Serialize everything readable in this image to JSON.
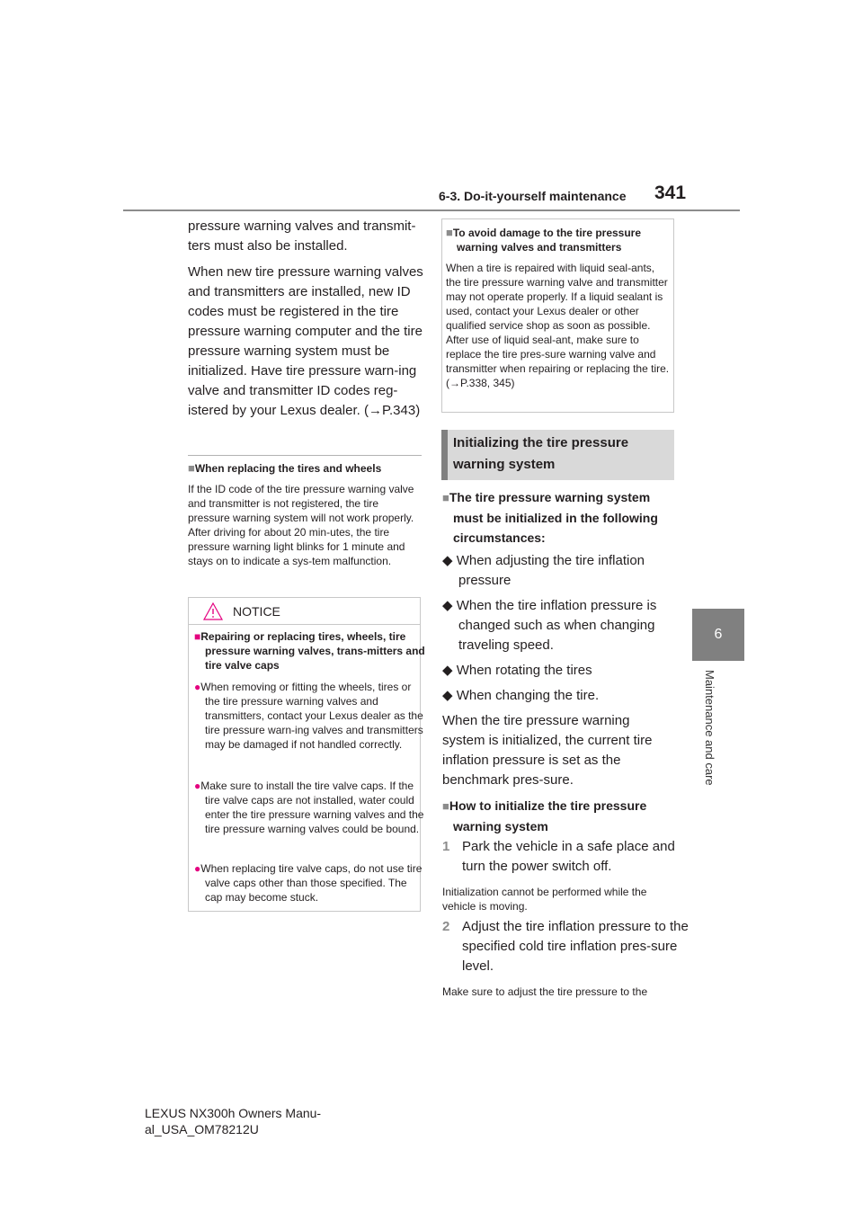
{
  "header": {
    "section": "6-3. Do-it-yourself maintenance",
    "page_number": "341"
  },
  "side_tab": {
    "number": "6",
    "label": "Maintenance and care"
  },
  "left": {
    "para1": "pressure warning valves and transmit-ters must also be installed.",
    "para2": "When new tire pressure warning valves and transmitters are installed, new ID codes must be registered in the tire pressure warning computer and the tire pressure warning system must be initialized. Have tire pressure warn-ing valve and transmitter ID codes reg-istered by your Lexus dealer. (→P.343)",
    "info_heading": "When replacing the tires and wheels",
    "info_body": "If the ID code of the tire pressure warning valve and transmitter is not registered, the tire pressure warning system will not work properly. After driving for about 20 min-utes, the tire pressure warning light blinks for 1 minute and stays on to indicate a sys-tem malfunction."
  },
  "notice": {
    "title": "NOTICE",
    "heading": "Repairing or replacing tires, wheels, tire pressure warning valves, trans-mitters and tire valve caps",
    "bullets": [
      "When removing or fitting the wheels, tires or the tire pressure warning valves and transmitters, contact your Lexus dealer as the tire pressure warn-ing valves and transmitters may be damaged if not handled correctly.",
      "Make sure to install the tire valve caps. If the tire valve caps are not installed, water could enter the tire pressure warning valves and the tire pressure warning valves could be bound.",
      "When replacing tire valve caps, do not use tire valve caps other than those specified. The cap may become stuck."
    ]
  },
  "right": {
    "box_heading": "To avoid damage to the tire pressure warning valves and transmitters",
    "box_body": "When a tire is repaired with liquid seal-ants, the tire pressure warning valve and transmitter may not operate properly. If a liquid sealant is used, contact your Lexus dealer or other qualified service shop as soon as possible. After use of liquid seal-ant, make sure to replace the tire pres-sure warning valve and transmitter when repairing or replacing the tire. (→P.338, 345)",
    "section_title": "Initializing the tire pressure warning system",
    "heading1": "The tire pressure warning system must be initialized in the following circumstances:",
    "items": [
      "When adjusting the tire inflation pressure",
      "When the tire inflation pressure is changed such as when changing traveling speed.",
      "When rotating the tires",
      "When changing the tire."
    ],
    "para1": "When the tire pressure warning system is initialized, the current tire inflation pressure is set as the benchmark pres-sure.",
    "heading2": "How to initialize the tire pressure warning system",
    "step1_num": "1",
    "step1": "Park the vehicle in a safe place and turn the power switch off.",
    "step1_note": "Initialization cannot be performed while the vehicle is moving.",
    "step2_num": "2",
    "step2": "Adjust the tire inflation pressure to the specified cold tire inflation pres-sure level.",
    "step2_note": "Make sure to adjust the tire pressure to the"
  },
  "footer": "LEXUS NX300h Owners Manu-al_USA_OM78212U",
  "symbols": {
    "square": "■",
    "circle": "●",
    "diamond": "◆"
  },
  "colors": {
    "bullet_accent": "#e4007f",
    "tab_gray": "#808080"
  }
}
